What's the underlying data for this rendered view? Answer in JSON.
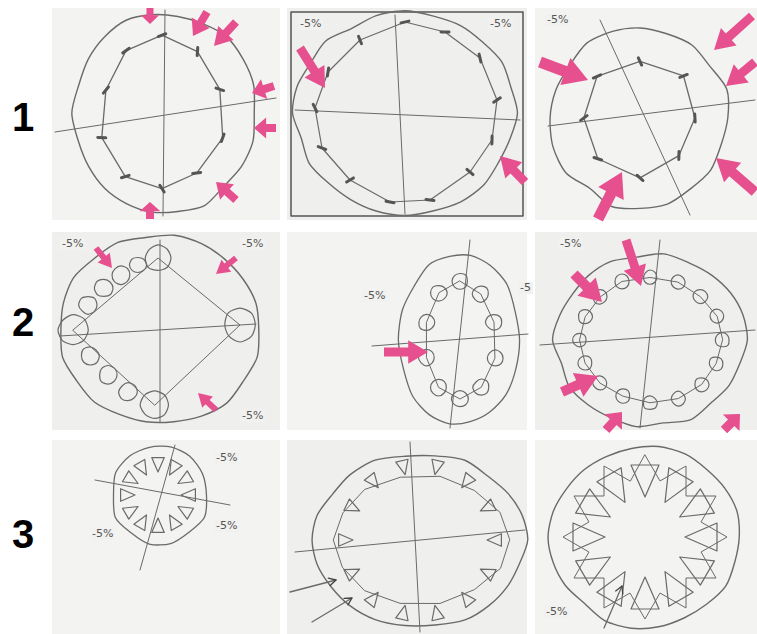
{
  "diagram": {
    "labels": [
      "1",
      "2",
      "3",
      "-5%",
      "-5%",
      "-5%",
      "-5%",
      "-5%",
      "-5%",
      "-5%",
      "-5",
      "-5%",
      "-5%",
      "-5%",
      "-5%",
      "-5%"
    ]
  }
}
